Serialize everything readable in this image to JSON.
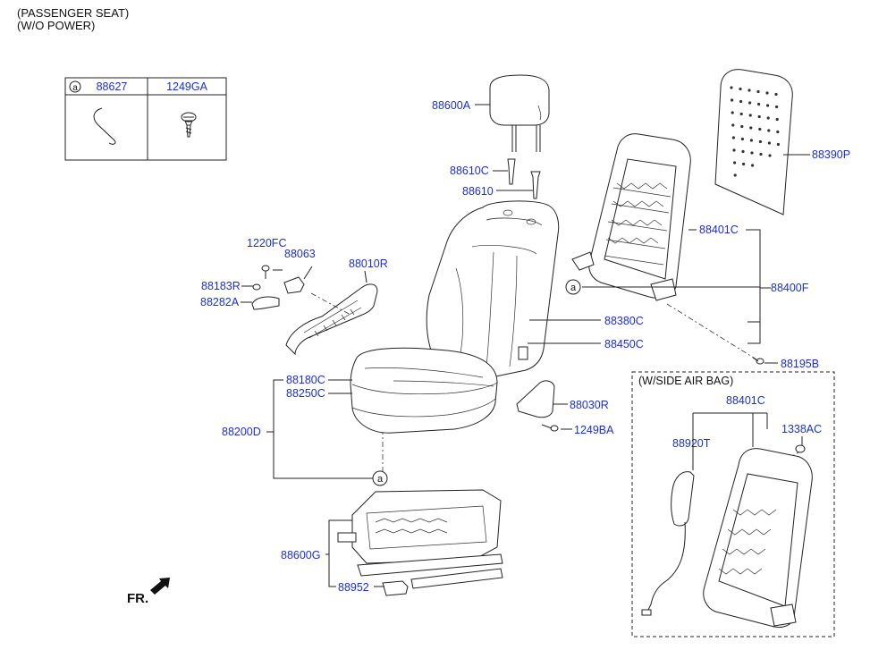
{
  "header": {
    "line1": "(PASSENGER SEAT)",
    "line2": "(W/O POWER)"
  },
  "legend": {
    "ref": "a",
    "col1": "88627",
    "col2": "1249GA"
  },
  "labels": {
    "l88600A": "88600A",
    "l88610C": "88610C",
    "l88610": "88610",
    "l88390P": "88390P",
    "l88401C": "88401C",
    "l88400F": "88400F",
    "l88380C": "88380C",
    "l88450C": "88450C",
    "l88195B": "88195B",
    "l1220FC": "1220FC",
    "l88063": "88063",
    "l88010R": "88010R",
    "l88183R": "88183R",
    "l88282A": "88282A",
    "l88180C": "88180C",
    "l88250C": "88250C",
    "l88200D": "88200D",
    "l88030R": "88030R",
    "l1249BA": "1249BA",
    "l88600G": "88600G",
    "l88952": "88952",
    "side_title": "(W/SIDE AIR BAG)",
    "s88401C": "88401C",
    "s1338AC": "1338AC",
    "s88920T": "88920T",
    "ref_a1": "a",
    "ref_a2": "a",
    "fr": "FR."
  },
  "colors": {
    "label": "#1b2fd6",
    "line": "#222222"
  }
}
